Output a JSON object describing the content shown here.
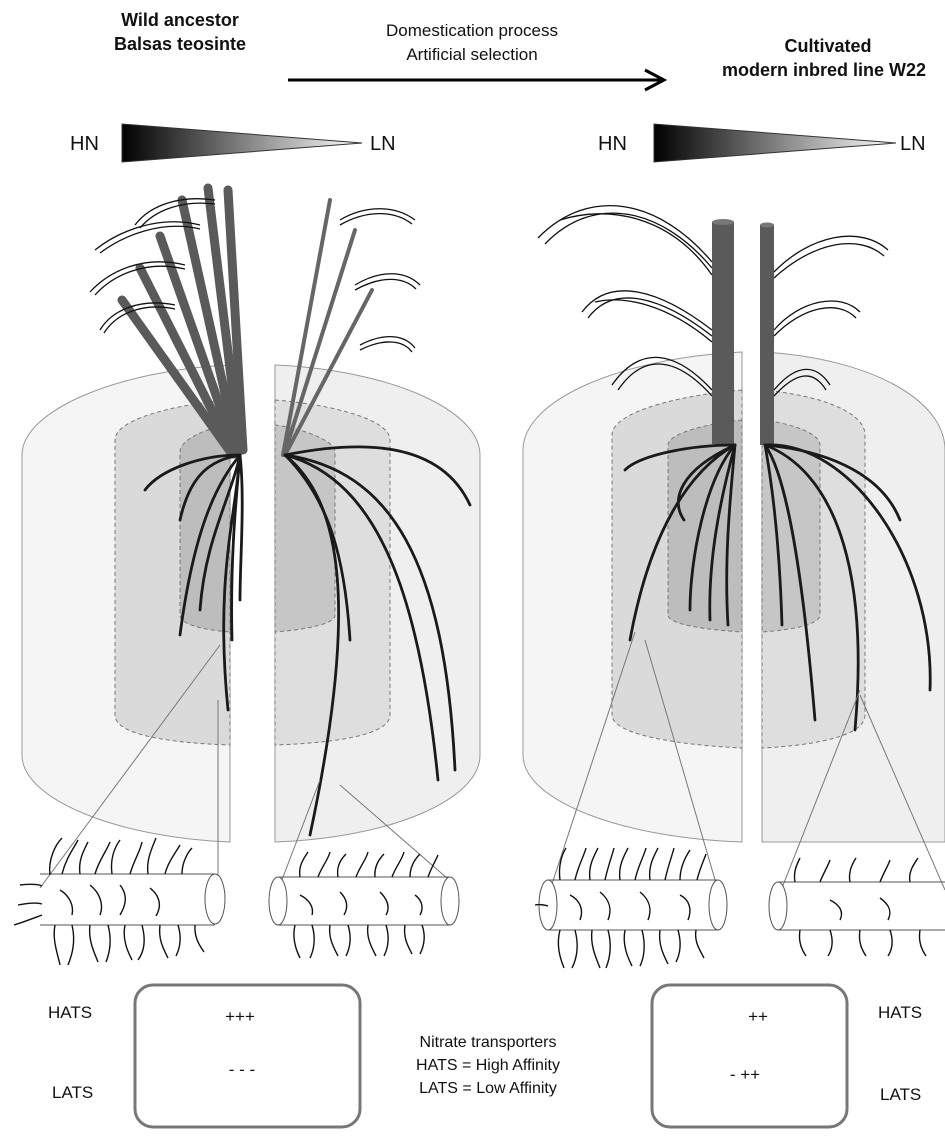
{
  "header": {
    "left_title_line1": "Wild ancestor",
    "left_title_line2": "Balsas teosinte",
    "process_line1": "Domestication process",
    "process_line2": "Artificial selection",
    "right_title_line1": "Cultivated",
    "right_title_line2": "modern inbred line W22"
  },
  "gradient": {
    "left_high": "HN",
    "left_low": "LN",
    "right_high": "HN",
    "right_low": "LN"
  },
  "legend": {
    "left_hats_label": "HATS",
    "left_lats_label": "LATS",
    "left_hats_value": "+++",
    "left_lats_value": "- - -",
    "center_line1": "Nitrate transporters",
    "center_line2": "HATS = High Affinity",
    "center_line3": "LATS = Low Affinity",
    "right_hats_label": "HATS",
    "right_lats_label": "LATS",
    "right_hats_value": "++",
    "right_lats_value": "- ++"
  },
  "colors": {
    "stem": "#5a5a5a",
    "root": "#1a1a1a",
    "pot_outer": "#f2f2f2",
    "pot_middle": "#d9d9d9",
    "pot_inner": "#bdbdbd",
    "box_border": "#777777"
  }
}
